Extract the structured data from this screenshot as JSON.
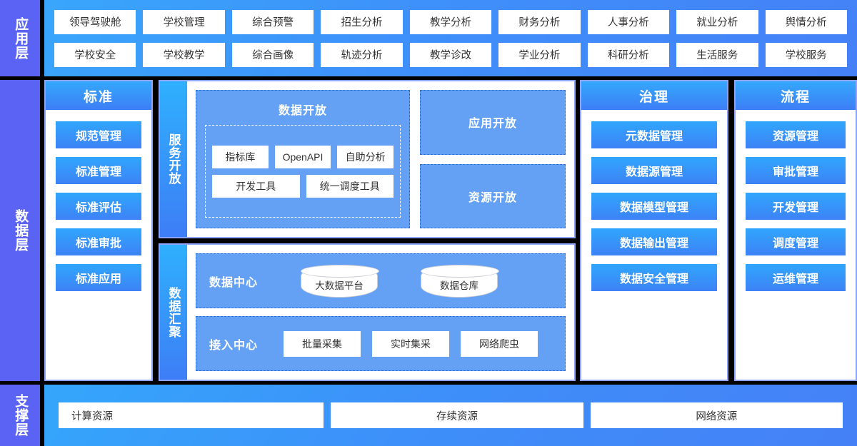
{
  "layers": {
    "application": {
      "rail_label": "应用层"
    },
    "data": {
      "rail_label": "数据层"
    },
    "support": {
      "rail_label": "支撑层"
    }
  },
  "application_layer": {
    "row1": [
      "领导驾驶舱",
      "学校管理",
      "综合预警",
      "招生分析",
      "教学分析",
      "财务分析",
      "人事分析",
      "就业分析",
      "舆情分析"
    ],
    "row2": [
      "学校安全",
      "学校教学",
      "综合画像",
      "轨迹分析",
      "教学诊改",
      "学业分析",
      "科研分析",
      "生活服务",
      "学校服务"
    ]
  },
  "standard_column": {
    "title": "标准",
    "tiles": [
      "规范管理",
      "标准管理",
      "标准评估",
      "标准审批",
      "标准应用"
    ]
  },
  "service_block": {
    "rail_label": "服务开放",
    "data_open": {
      "title": "数据开放",
      "row1": [
        "指标库",
        "OpenAPI",
        "自助分析"
      ],
      "row2": [
        "开发工具",
        "统一调度工具"
      ]
    },
    "side_tiles": [
      "应用开放",
      "资源开放"
    ]
  },
  "gather_block": {
    "rail_label": "数据汇聚",
    "bands": [
      {
        "label": "数据中心",
        "kind": "cylinder",
        "items": [
          "大数据平台",
          "数据仓库"
        ]
      },
      {
        "label": "接入中心",
        "kind": "chip",
        "items": [
          "批量采集",
          "实时集采",
          "网络爬虫"
        ]
      }
    ]
  },
  "govern_column": {
    "title": "治理",
    "tiles": [
      "元数据管理",
      "数据源管理",
      "数据模型管理",
      "数据输出管理",
      "数据安全管理"
    ]
  },
  "process_column": {
    "title": "流程",
    "tiles": [
      "资源管理",
      "审批管理",
      "开发管理",
      "调度管理",
      "运维管理"
    ]
  },
  "support_layer": {
    "chips": [
      {
        "label": "计算资源",
        "align": "left"
      },
      {
        "label": "存续资源",
        "align": "center"
      },
      {
        "label": "网络资源",
        "align": "center"
      }
    ]
  },
  "colors": {
    "rail_purple": "#5b63f5",
    "layer_blue_start": "#39a6fb",
    "layer_blue_end": "#4580f7",
    "tile_blue_start": "#30a6fd",
    "tile_blue_end": "#3d82f6",
    "inner_panel_blue": "#64a1f4",
    "panel_border": "#8ea4fb",
    "background": "#000000",
    "chip_white": "#ffffff"
  }
}
